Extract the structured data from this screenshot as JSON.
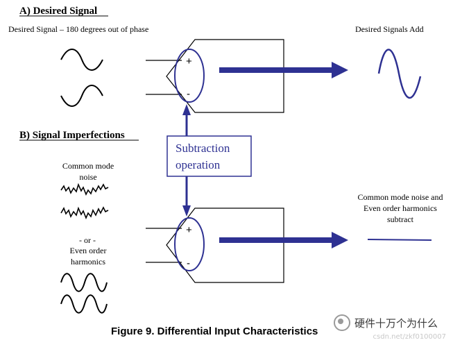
{
  "section_a": {
    "heading": "A) Desired Signal",
    "desired_signal_label": "Desired Signal – 180 degrees out of phase",
    "output_label": "Desired Signals Add"
  },
  "section_b": {
    "heading": "B) Signal Imperfections",
    "common_mode_label_line1": "Common mode",
    "common_mode_label_line2": "noise",
    "or_label": "- or -",
    "even_order_line1": "Even order",
    "even_order_line2": "harmonics",
    "output_line1": "Common mode noise and",
    "output_line2": "Even order harmonics",
    "output_line3": "subtract"
  },
  "center_box": {
    "line1": "Subtraction",
    "line2": "operation"
  },
  "amp_inputs": {
    "plus": "+",
    "minus": "-"
  },
  "caption": "Figure 9. Differential Input Characteristics",
  "watermark": {
    "text": "硬件十万个为什么",
    "url": "csdn.net/zkf0100007"
  },
  "colors": {
    "accent": "#2e3192",
    "ink": "#000000"
  }
}
